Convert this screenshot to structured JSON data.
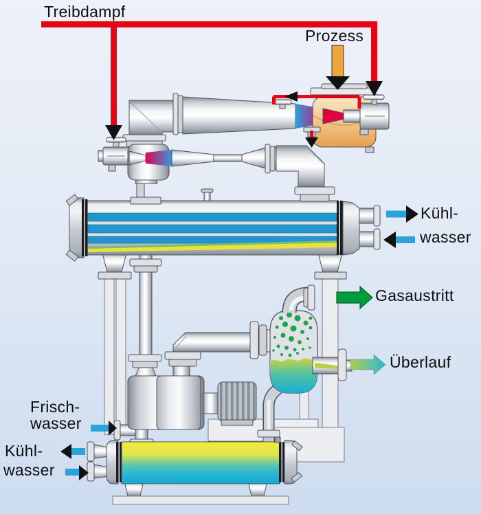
{
  "labels": {
    "treibdampf": "Treibdampf",
    "prozess": "Prozess",
    "kuehl_right": "Kühl-",
    "wasser_right": "wasser",
    "gasaustritt": "Gasaustritt",
    "ueberlauf": "Überlauf",
    "frisch": "Frisch-",
    "wasser_frisch": "wasser",
    "kuehl_left": "Kühl-",
    "wasser_left": "wasser"
  },
  "colors": {
    "steam_red": "#e30617",
    "water_blue": "#2aa2da",
    "gas_green": "#009b3e",
    "process_orange": "#f0a43c",
    "condensate_yellow": "#e8e23c",
    "cold_cyan": "#1ab3d8",
    "arrowhead_black": "#111111"
  }
}
